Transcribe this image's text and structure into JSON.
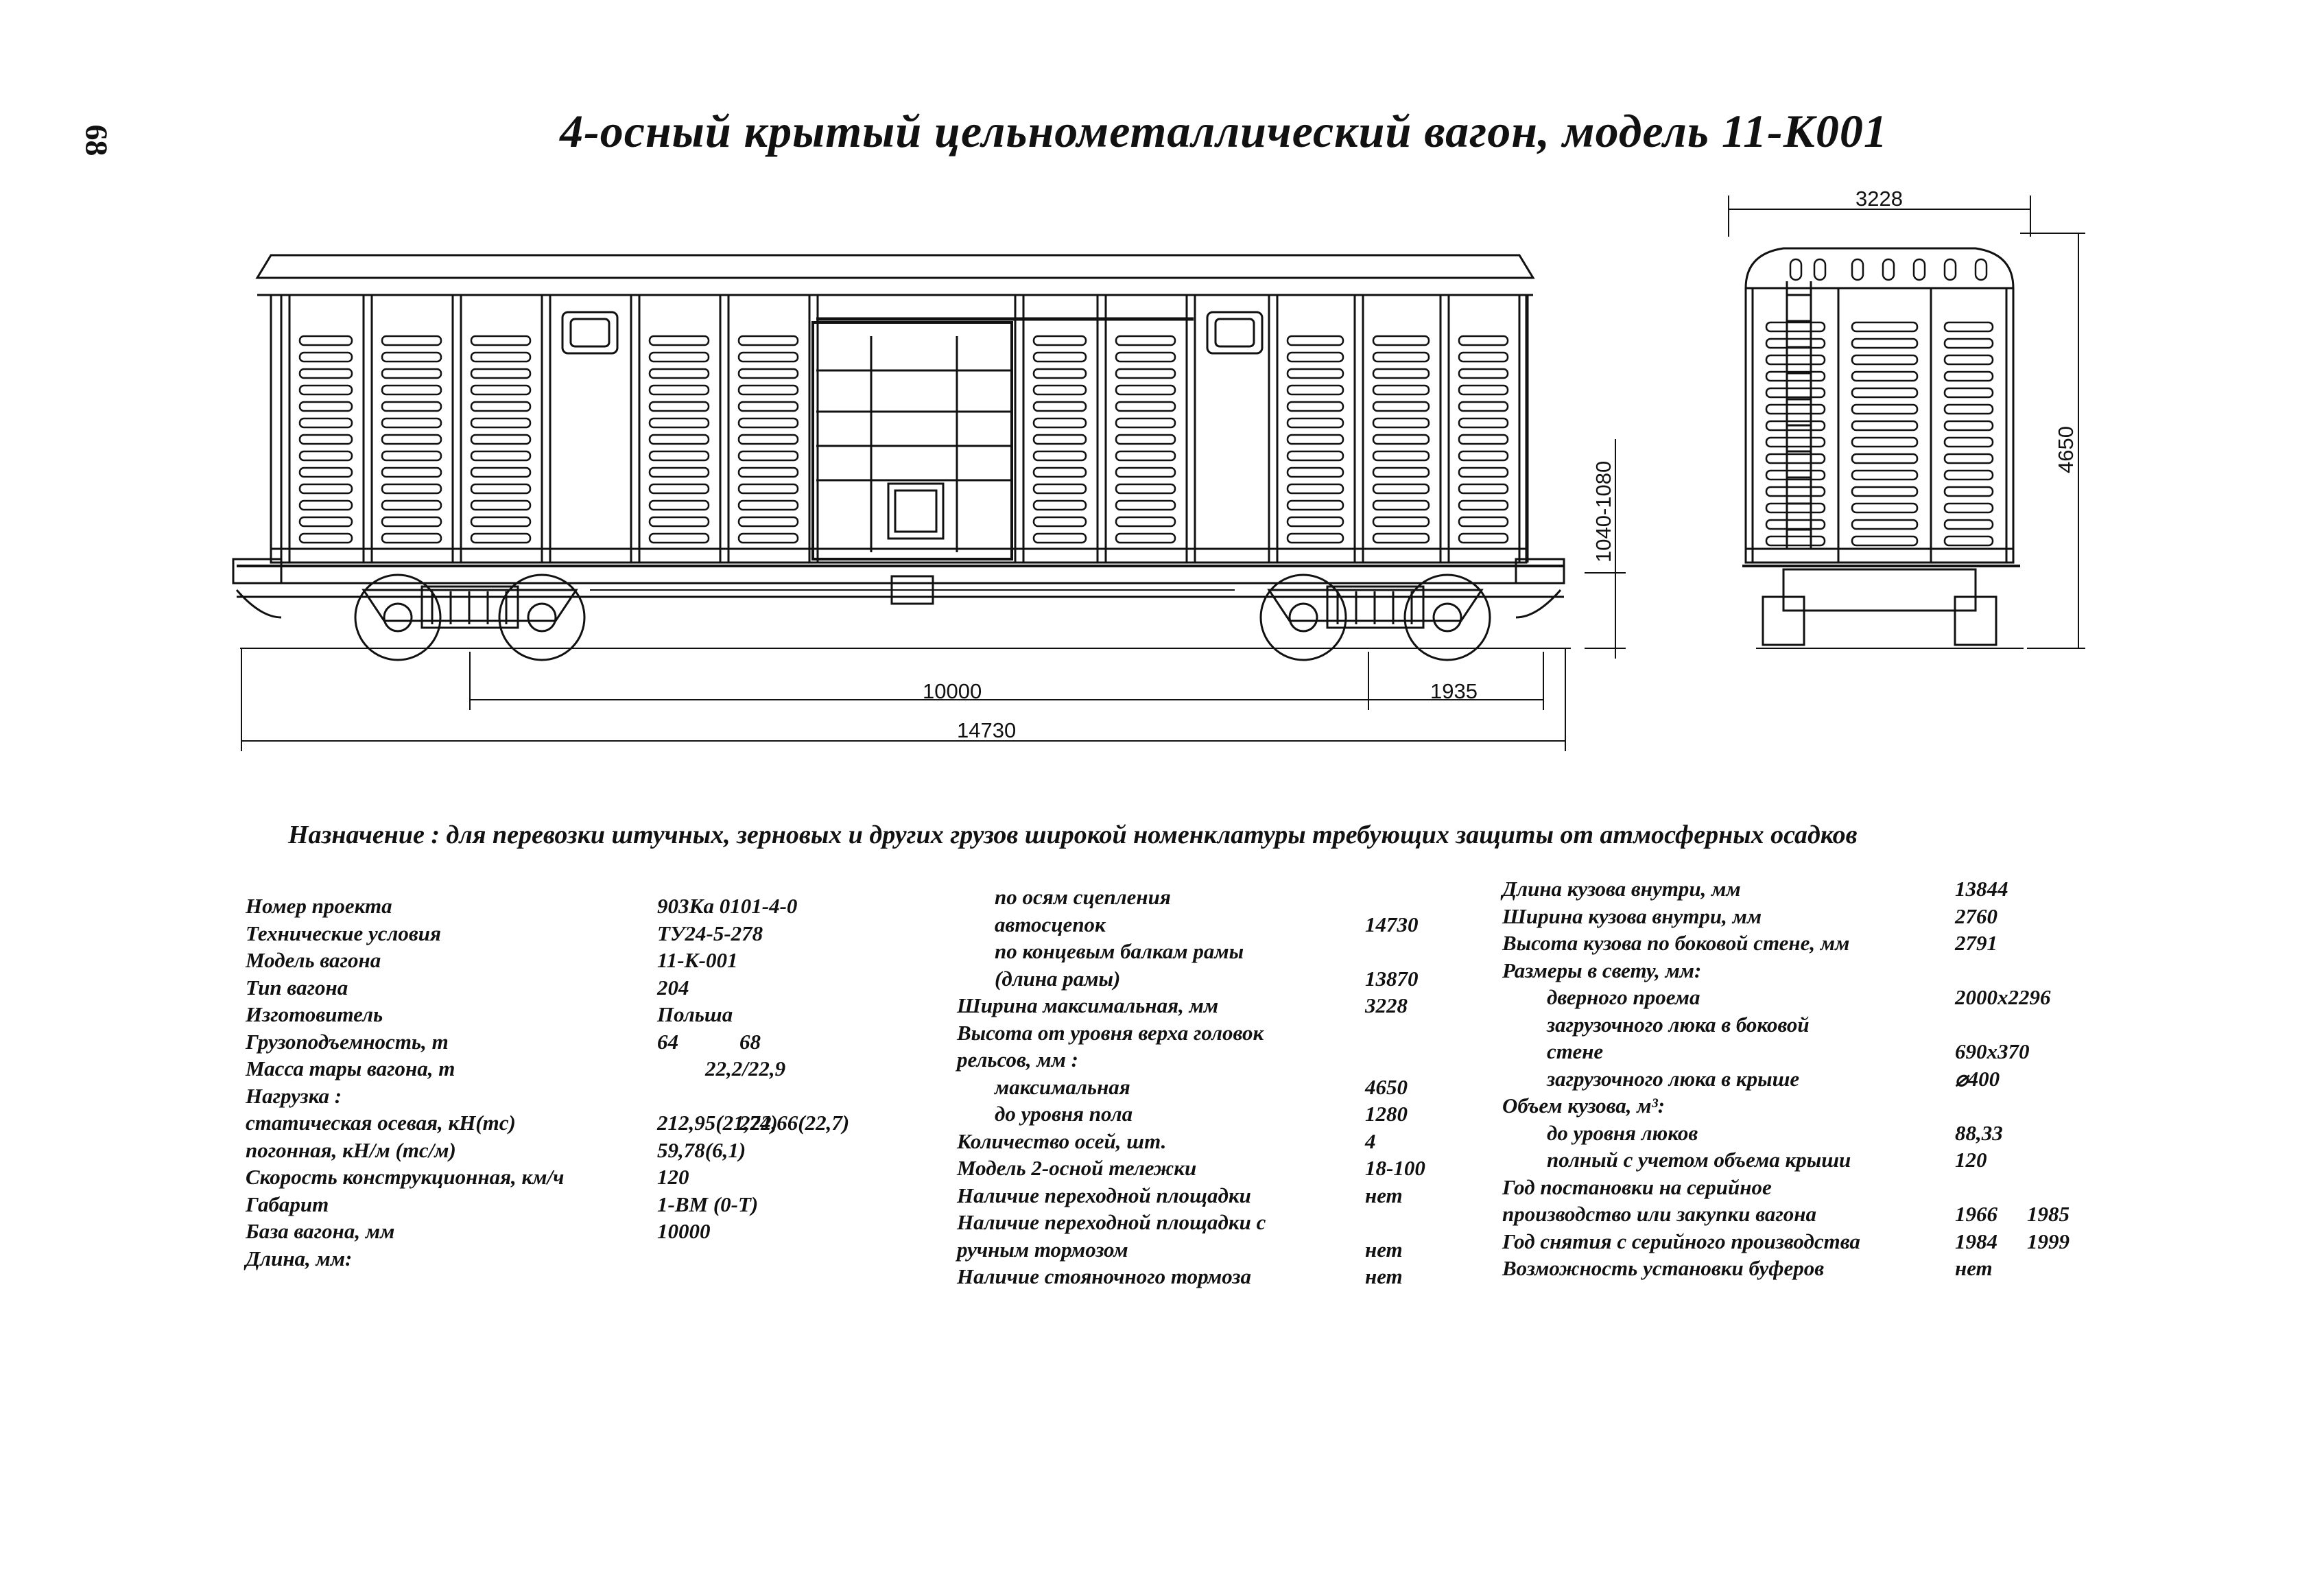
{
  "page_number": "68",
  "title": "4-осный крытый цельнометаллический вагон, модель 11-К001",
  "dimensions": {
    "side_width": "3228",
    "side_height": "4650",
    "coupler_height": "1040-1080",
    "base": "10000",
    "truck_offset": "1935",
    "total_length": "14730"
  },
  "purpose": "Назначение : для перевозки штучных, зерновых и других грузов широкой номенклатуры требующих защиты от атмосферных осадков",
  "column1": [
    {
      "label": "Номер проекта",
      "value": "903Ка 0101-4-0",
      "value2": ""
    },
    {
      "label": "Технические условия",
      "value": "ТУ24-5-278",
      "value2": ""
    },
    {
      "label": "Модель вагона",
      "value": "11-К-001",
      "value2": ""
    },
    {
      "label": "Тип вагона",
      "value": "204",
      "value2": ""
    },
    {
      "label": "Изготовитель",
      "value": "Польша",
      "value2": ""
    },
    {
      "label": "Грузоподъемность, т",
      "value": "64",
      "value2": "68"
    },
    {
      "label": "Масса тары вагона, т",
      "value": "",
      "value2": "22,2/22,9"
    },
    {
      "label": "Нагрузка :",
      "value": "",
      "value2": ""
    },
    {
      "label": "  статическая осевая, кН(тс)",
      "value": "212,95(21,74)",
      "value2": "222,66(22,7)"
    },
    {
      "label": "  погонная, кН/м (тс/м)",
      "value": "59,78(6,1)",
      "value2": ""
    },
    {
      "label": "Скорость конструкционная, км/ч",
      "value": "120",
      "value2": ""
    },
    {
      "label": "Габарит",
      "value": "1-ВМ (0-Т)",
      "value2": ""
    },
    {
      "label": "База вагона, мм",
      "value": "10000",
      "value2": ""
    },
    {
      "label": "Длина, мм:",
      "value": "",
      "value2": ""
    }
  ],
  "column2": [
    {
      "label": "по осям сцепления",
      "value": "",
      "indent": true
    },
    {
      "label": "автосцепок",
      "value": "14730",
      "indent": true
    },
    {
      "label": "по концевым балкам рамы",
      "value": "",
      "indent": true
    },
    {
      "label": "(длина рамы)",
      "value": "13870",
      "indent": true
    },
    {
      "label": "Ширина максимальная, мм",
      "value": "3228",
      "indent": false
    },
    {
      "label": "Высота от уровня верха головок",
      "value": "",
      "indent": false
    },
    {
      "label": "рельсов, мм :",
      "value": "",
      "indent": false
    },
    {
      "label": "максимальная",
      "value": "4650",
      "indent": true
    },
    {
      "label": "до уровня пола",
      "value": "1280",
      "indent": true
    },
    {
      "label": "Количество осей, шт.",
      "value": "4",
      "indent": false
    },
    {
      "label": "Модель 2-осной тележки",
      "value": "18-100",
      "indent": false
    },
    {
      "label": "Наличие переходной площадки",
      "value": "нет",
      "indent": false
    },
    {
      "label": "Наличие переходной площадки с",
      "value": "",
      "indent": false
    },
    {
      "label": "ручным тормозом",
      "value": "нет",
      "indent": false
    },
    {
      "label": "Наличие стояночного тормоза",
      "value": "нет",
      "indent": false
    }
  ],
  "column3": [
    {
      "label": "Длина кузова внутри, мм",
      "value": "13844",
      "value2": "",
      "indent": false
    },
    {
      "label": "Ширина кузова внутри, мм",
      "value": "2760",
      "value2": "",
      "indent": false
    },
    {
      "label": "Высота кузова по боковой стене, мм",
      "value": "2791",
      "value2": "",
      "indent": false
    },
    {
      "label": "Размеры в свету, мм:",
      "value": "",
      "value2": "",
      "indent": false
    },
    {
      "label": "дверного проема",
      "value": "2000x2296",
      "value2": "",
      "indent": true
    },
    {
      "label": "загрузочного люка в боковой",
      "value": "",
      "value2": "",
      "indent": true
    },
    {
      "label": "стене",
      "value": "690x370",
      "value2": "",
      "indent": true
    },
    {
      "label": "загрузочного люка в крыше",
      "value": "⌀400",
      "value2": "",
      "indent": true
    },
    {
      "label": "Объем кузова, м³:",
      "value": "",
      "value2": "",
      "indent": false
    },
    {
      "label": "до уровня люков",
      "value": "88,33",
      "value2": "",
      "indent": true
    },
    {
      "label": "полный с учетом объема крыши",
      "value": "120",
      "value2": "",
      "indent": true
    },
    {
      "label": "Год постановки на серийное",
      "value": "",
      "value2": "",
      "indent": false
    },
    {
      "label": "производство или закупки вагона",
      "value": "1966",
      "value2": "1985",
      "indent": false
    },
    {
      "label": "Год снятия с серийного производства",
      "value": "1984",
      "value2": "1999",
      "indent": false
    },
    {
      "label": "Возможность установки буферов",
      "value": "нет",
      "value2": "",
      "indent": false
    }
  ]
}
